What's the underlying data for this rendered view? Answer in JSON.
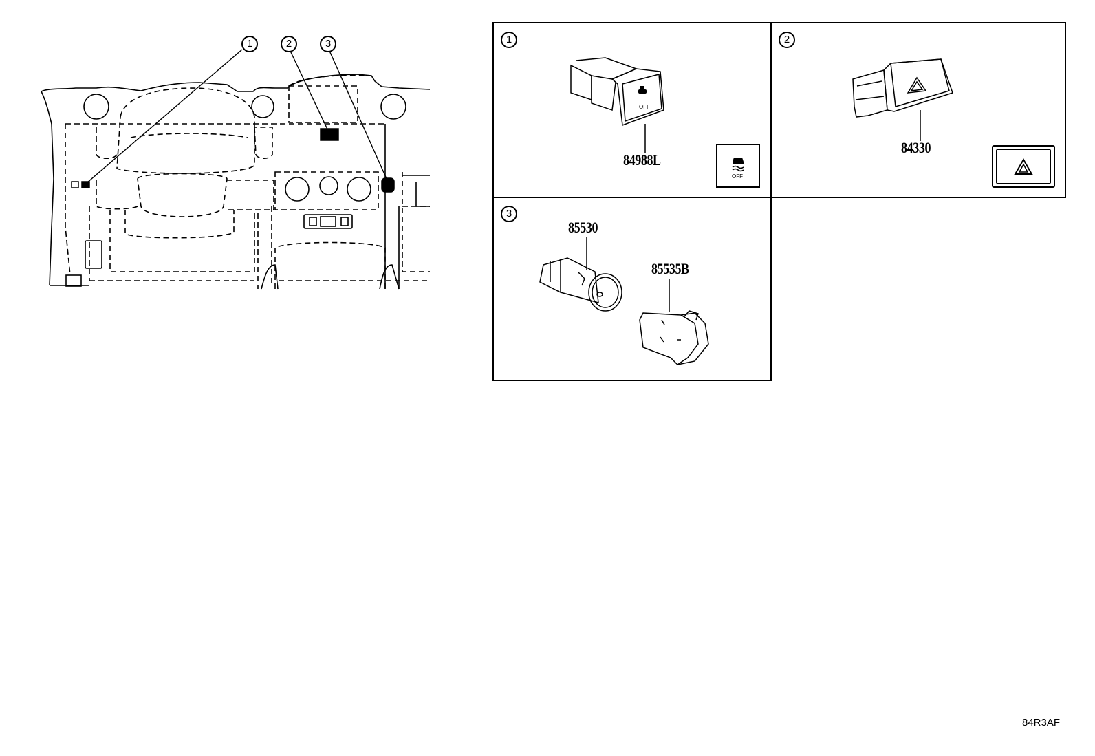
{
  "overview": {
    "callouts": [
      "1",
      "2",
      "3"
    ]
  },
  "panels": [
    {
      "index": "1",
      "parts": [
        "84988L"
      ],
      "icon": "traction-control-off-icon",
      "icon_text": "OFF"
    },
    {
      "index": "2",
      "parts": [
        "84330"
      ],
      "icon": "hazard-warning-icon"
    },
    {
      "index": "3",
      "parts": [
        "85530",
        "85535B"
      ]
    }
  ],
  "diagram_code": "84R3AF"
}
